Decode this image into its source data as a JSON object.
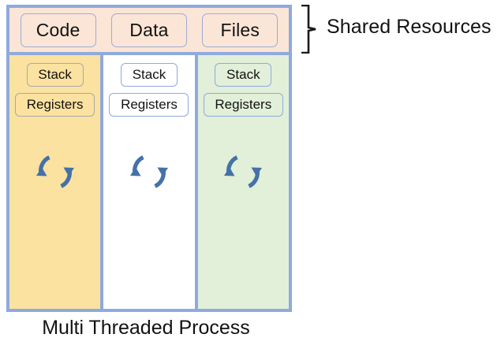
{
  "diagram": {
    "caption": "Multi Threaded Process",
    "shared_resources": {
      "label": "Shared Resources",
      "bracket": "curly-brace-right",
      "boxes": [
        {
          "label": "Code"
        },
        {
          "label": "Data"
        },
        {
          "label": "Files"
        }
      ]
    },
    "threads": [
      {
        "name": "thread-1",
        "color": "#FBE2A0",
        "stack_label": "Stack",
        "registers_label": "Registers",
        "icon": "cycle-arrows-icon"
      },
      {
        "name": "thread-2",
        "color": "#FFFFFF",
        "stack_label": "Stack",
        "registers_label": "Registers",
        "icon": "cycle-arrows-icon"
      },
      {
        "name": "thread-3",
        "color": "#E2EFD9",
        "stack_label": "Stack",
        "registers_label": "Registers",
        "icon": "cycle-arrows-icon"
      }
    ],
    "colors": {
      "border": "#8FAADC",
      "shared_row_fill": "#FBE5D6",
      "thread1_fill": "#FBE2A0",
      "thread2_fill": "#FFFFFF",
      "thread3_fill": "#E2EFD9",
      "icon_arrow": "#4472A8",
      "text": "#121212"
    }
  }
}
